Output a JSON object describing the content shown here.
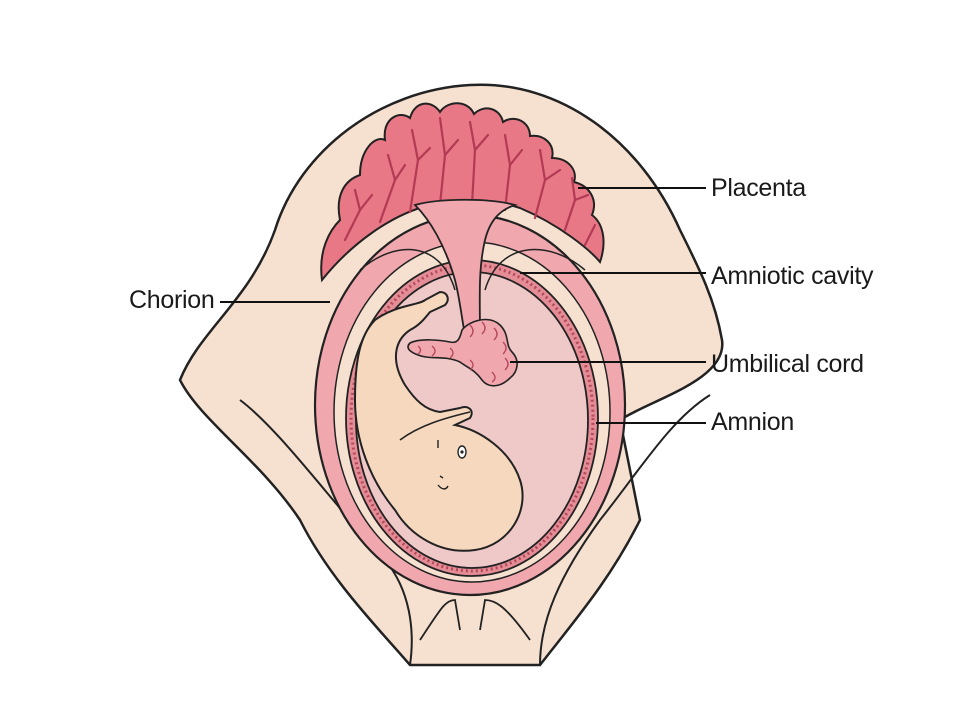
{
  "labels": {
    "placenta": "Placenta",
    "amniotic_cavity": "Amniotic cavity",
    "umbilical_cord": "Umbilical cord",
    "amnion": "Amnion",
    "chorion": "Chorion"
  },
  "colors": {
    "uterus_wall": "#f6e0d0",
    "chorion": "#f0a7ad",
    "placenta": "#e87886",
    "placenta_vessels": "#b33a55",
    "amniotic_fluid": "#efc8c8",
    "amnion_band": "#e48d96",
    "fetus_skin": "#f6d8be",
    "outline": "#222222",
    "leader_line": "#111111"
  }
}
